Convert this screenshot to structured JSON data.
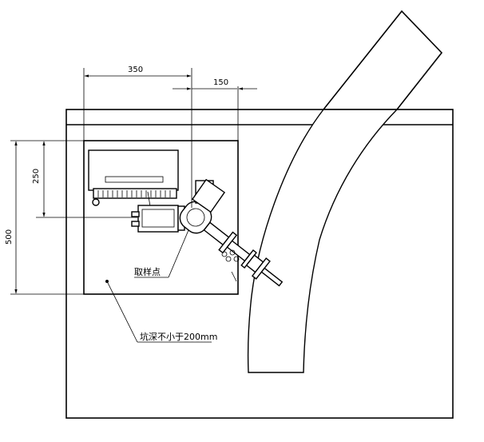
{
  "dimensions": {
    "width_350": "350",
    "width_150": "150",
    "height_250": "250",
    "height_500": "500"
  },
  "labels": {
    "sampling_point": "取样点",
    "pit_depth": "坑深不小于200mm"
  }
}
